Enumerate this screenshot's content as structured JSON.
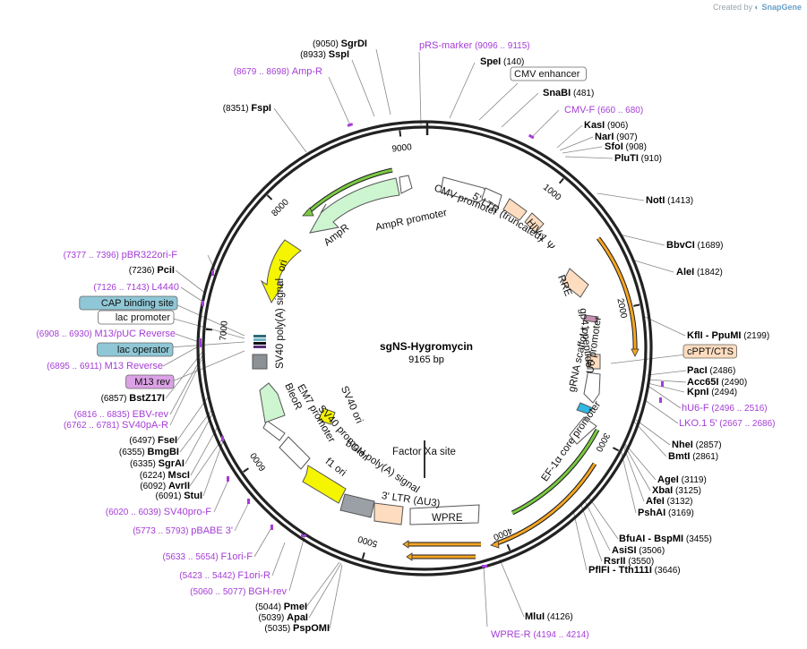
{
  "credit": {
    "prefix": "Created by",
    "brand": "SnapGene"
  },
  "plasmid": {
    "name": "sgNS-Hygromycin",
    "length": "9165 bp",
    "length_value": 9165
  },
  "ruler_ticks": [
    {
      "label": "1000",
      "pos": 1000
    },
    {
      "label": "2000",
      "pos": 2000
    },
    {
      "label": "3000",
      "pos": 3000
    },
    {
      "label": "4000",
      "pos": 4000
    },
    {
      "label": "5000",
      "pos": 5000
    },
    {
      "label": "6000",
      "pos": 6000
    },
    {
      "label": "7000",
      "pos": 7000
    },
    {
      "label": "8000",
      "pos": 8000
    },
    {
      "label": "9000",
      "pos": 9000
    }
  ],
  "sites": [
    {
      "id": "sgrdi",
      "name": "SgrDI",
      "pos": "(9050)",
      "style": "enzyme"
    },
    {
      "id": "sspi",
      "name": "SspI",
      "pos": "(8933)",
      "style": "enzyme"
    },
    {
      "id": "ampr-primer",
      "name": "Amp-R",
      "pos": "(8679 .. 8698)",
      "style": "primer"
    },
    {
      "id": "fspi",
      "name": "FspI",
      "pos": "(8351)",
      "style": "enzyme"
    },
    {
      "id": "prs-marker",
      "name": "pRS-marker",
      "pos": "(9096 .. 9115)",
      "style": "primer"
    },
    {
      "id": "spei",
      "name": "SpeI",
      "pos": "(140)",
      "style": "enzyme"
    },
    {
      "id": "cmv-enh",
      "name": "CMV enhancer",
      "pos": "",
      "style": "boxed"
    },
    {
      "id": "snabi",
      "name": "SnaBI",
      "pos": "(481)",
      "style": "enzyme"
    },
    {
      "id": "cmv-f",
      "name": "CMV-F",
      "pos": "(660 .. 680)",
      "style": "primer"
    },
    {
      "id": "kasi",
      "name": "KasI",
      "pos": "(906)",
      "style": "enzyme"
    },
    {
      "id": "nari",
      "name": "NarI",
      "pos": "(907)",
      "style": "enzyme"
    },
    {
      "id": "sfoi",
      "name": "SfoI",
      "pos": "(908)",
      "style": "enzyme"
    },
    {
      "id": "pluti",
      "name": "PluTI",
      "pos": "(910)",
      "style": "enzyme"
    },
    {
      "id": "noti",
      "name": "NotI",
      "pos": "(1413)",
      "style": "enzyme"
    },
    {
      "id": "bbvci",
      "name": "BbvCI",
      "pos": "(1689)",
      "style": "enzyme"
    },
    {
      "id": "alei",
      "name": "AleI",
      "pos": "(1842)",
      "style": "enzyme"
    },
    {
      "id": "kfli",
      "name": "KflI  - PpuMI",
      "pos": "(2199)",
      "style": "enzyme"
    },
    {
      "id": "cppt",
      "name": "cPPT/CTS",
      "pos": "",
      "style": "boxed"
    },
    {
      "id": "paci",
      "name": "PacI",
      "pos": "(2486)",
      "style": "enzyme"
    },
    {
      "id": "acc65i",
      "name": "Acc65I",
      "pos": "(2490)",
      "style": "enzyme"
    },
    {
      "id": "kpni",
      "name": "KpnI",
      "pos": "(2494)",
      "style": "enzyme"
    },
    {
      "id": "hu6f",
      "name": "hU6-F",
      "pos": "(2496 .. 2516)",
      "style": "primer"
    },
    {
      "id": "lko",
      "name": "LKO.1 5'",
      "pos": "(2667 .. 2686)",
      "style": "primer"
    },
    {
      "id": "nhei",
      "name": "NheI",
      "pos": "(2857)",
      "style": "enzyme"
    },
    {
      "id": "bmti",
      "name": "BmtI",
      "pos": "(2861)",
      "style": "enzyme"
    },
    {
      "id": "agei",
      "name": "AgeI",
      "pos": "(3119)",
      "style": "enzyme"
    },
    {
      "id": "xbai",
      "name": "XbaI",
      "pos": "(3125)",
      "style": "enzyme"
    },
    {
      "id": "afei",
      "name": "AfeI",
      "pos": "(3132)",
      "style": "enzyme"
    },
    {
      "id": "pshai",
      "name": "PshAI",
      "pos": "(3169)",
      "style": "enzyme"
    },
    {
      "id": "bfuai",
      "name": "BfuAI  - BspMI",
      "pos": "(3455)",
      "style": "enzyme"
    },
    {
      "id": "asisi",
      "name": "AsiSI",
      "pos": "(3506)",
      "style": "enzyme"
    },
    {
      "id": "rsrii",
      "name": "RsrII",
      "pos": "(3550)",
      "style": "enzyme"
    },
    {
      "id": "pflfi",
      "name": "PflFI  - Tth111I",
      "pos": "(3646)",
      "style": "enzyme"
    },
    {
      "id": "mlui",
      "name": "MluI",
      "pos": "(4126)",
      "style": "enzyme"
    },
    {
      "id": "wpre-r",
      "name": "WPRE-R",
      "pos": "(4194 .. 4214)",
      "style": "primer"
    },
    {
      "id": "pbr322",
      "name": "pBR322ori-F",
      "pos": "(7377 .. 7396)",
      "style": "primer"
    },
    {
      "id": "pcii",
      "name": "PciI",
      "pos": "(7236)",
      "style": "enzyme"
    },
    {
      "id": "l4440",
      "name": "L4440",
      "pos": "(7126 .. 7143)",
      "style": "primer"
    },
    {
      "id": "cap",
      "name": "CAP binding site",
      "pos": "",
      "style": "teal"
    },
    {
      "id": "lacprom",
      "name": "lac promoter",
      "pos": "",
      "style": "boxed"
    },
    {
      "id": "m13puc",
      "name": "M13/pUC Reverse",
      "pos": "(6908 .. 6930)",
      "style": "primer"
    },
    {
      "id": "lacop",
      "name": "lac operator",
      "pos": "",
      "style": "teal"
    },
    {
      "id": "m13rev",
      "name": "M13 Reverse",
      "pos": "(6895 .. 6911)",
      "style": "primer"
    },
    {
      "id": "m13revbox",
      "name": "M13 rev",
      "pos": "",
      "style": "pink"
    },
    {
      "id": "bstz",
      "name": "BstZ17I",
      "pos": "(6857)",
      "style": "enzyme"
    },
    {
      "id": "ebvrev",
      "name": "EBV-rev",
      "pos": "(6816 .. 6835)",
      "style": "primer"
    },
    {
      "id": "sv40par",
      "name": "SV40pA-R",
      "pos": "(6762 .. 6781)",
      "style": "primer"
    },
    {
      "id": "fsei",
      "name": "FseI",
      "pos": "(6497)",
      "style": "enzyme"
    },
    {
      "id": "bmgbi",
      "name": "BmgBI",
      "pos": "(6355)",
      "style": "enzyme"
    },
    {
      "id": "sgrai",
      "name": "SgrAI",
      "pos": "(6335)",
      "style": "enzyme"
    },
    {
      "id": "msci",
      "name": "MscI",
      "pos": "(6224)",
      "style": "enzyme"
    },
    {
      "id": "avrii",
      "name": "AvrII",
      "pos": "(6092)",
      "style": "enzyme"
    },
    {
      "id": "stui",
      "name": "StuI",
      "pos": "(6091)",
      "style": "enzyme"
    },
    {
      "id": "sv40prof",
      "name": "SV40pro-F",
      "pos": "(6020 .. 6039)",
      "style": "primer"
    },
    {
      "id": "pbabe",
      "name": "pBABE 3'",
      "pos": "(5773 .. 5793)",
      "style": "primer"
    },
    {
      "id": "f1orif",
      "name": "F1ori-F",
      "pos": "(5633 .. 5654)",
      "style": "primer"
    },
    {
      "id": "f1orir",
      "name": "F1ori-R",
      "pos": "(5423 .. 5442)",
      "style": "primer"
    },
    {
      "id": "bghrev",
      "name": "BGH-rev",
      "pos": "(5060 .. 5077)",
      "style": "primer"
    },
    {
      "id": "pmei",
      "name": "PmeI",
      "pos": "(5044)",
      "style": "enzyme"
    },
    {
      "id": "apai",
      "name": "ApaI",
      "pos": "(5039)",
      "style": "enzyme"
    },
    {
      "id": "pspomi",
      "name": "PspOMI",
      "pos": "(5035)",
      "style": "enzyme"
    }
  ],
  "features": [
    {
      "id": "cmv-promoter",
      "label": "CMV promoter"
    },
    {
      "id": "ltr5",
      "label": "5' LTR (truncated)"
    },
    {
      "id": "hiv-psi",
      "label": "HIV-1 Ψ"
    },
    {
      "id": "rre",
      "label": "RRE"
    },
    {
      "id": "gp41",
      "label": "gp41 peptide"
    },
    {
      "id": "u6",
      "label": "U6 promoter"
    },
    {
      "id": "grna",
      "label": "gRNA scaffold"
    },
    {
      "id": "ef1a",
      "label": "EF-1α core promoter"
    },
    {
      "id": "factorxa",
      "label": "Factor Xa site"
    },
    {
      "id": "wpre",
      "label": "WPRE"
    },
    {
      "id": "ltr3",
      "label": "3' LTR (ΔU3)"
    },
    {
      "id": "bgh",
      "label": "bGH poly(A) signal"
    },
    {
      "id": "f1ori",
      "label": "f1 ori"
    },
    {
      "id": "sv40prom",
      "label": "SV40 promoter"
    },
    {
      "id": "em7",
      "label": "EM7 promoter"
    },
    {
      "id": "bleor",
      "label": "BleoR"
    },
    {
      "id": "sv40ori",
      "label": "SV40 ori"
    },
    {
      "id": "sv40polya",
      "label": "SV40 poly(A) signal"
    },
    {
      "id": "ori",
      "label": "ori"
    },
    {
      "id": "ampr",
      "label": "AmpR"
    },
    {
      "id": "amprprom",
      "label": "AmpR promoter"
    }
  ],
  "colors": {
    "backbone": "#222222",
    "primer": "#a43dd6",
    "orange_feature": "#f6a623",
    "ampr": "#cdf5d0",
    "ori": "#f5f500",
    "promoter": "#ffffff",
    "peach": "#fddcbf",
    "teal_box": "#8fc7d6",
    "pink_box": "#dca1e6"
  }
}
